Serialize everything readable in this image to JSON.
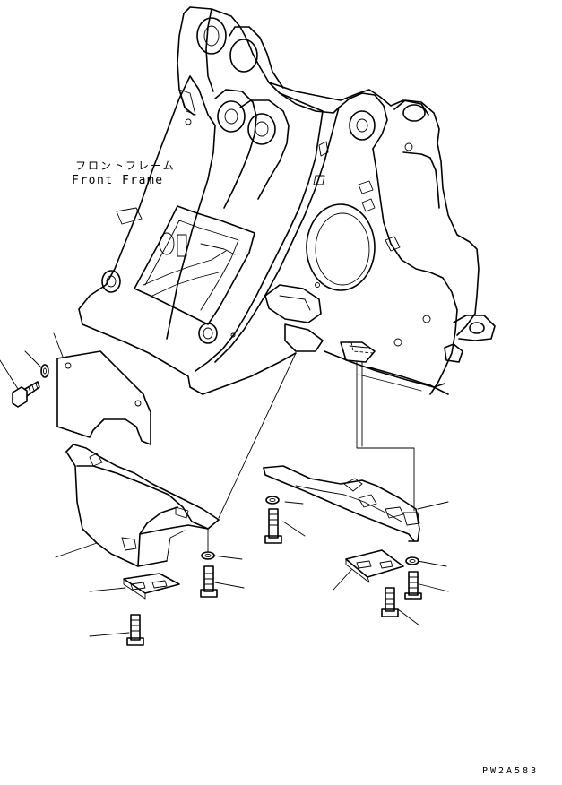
{
  "labels": {
    "front_frame_jp": "フロントフレーム",
    "front_frame_en": "Front Frame",
    "drawing_code": "PW2A583"
  },
  "colors": {
    "line": "#000000",
    "background": "#ffffff"
  }
}
